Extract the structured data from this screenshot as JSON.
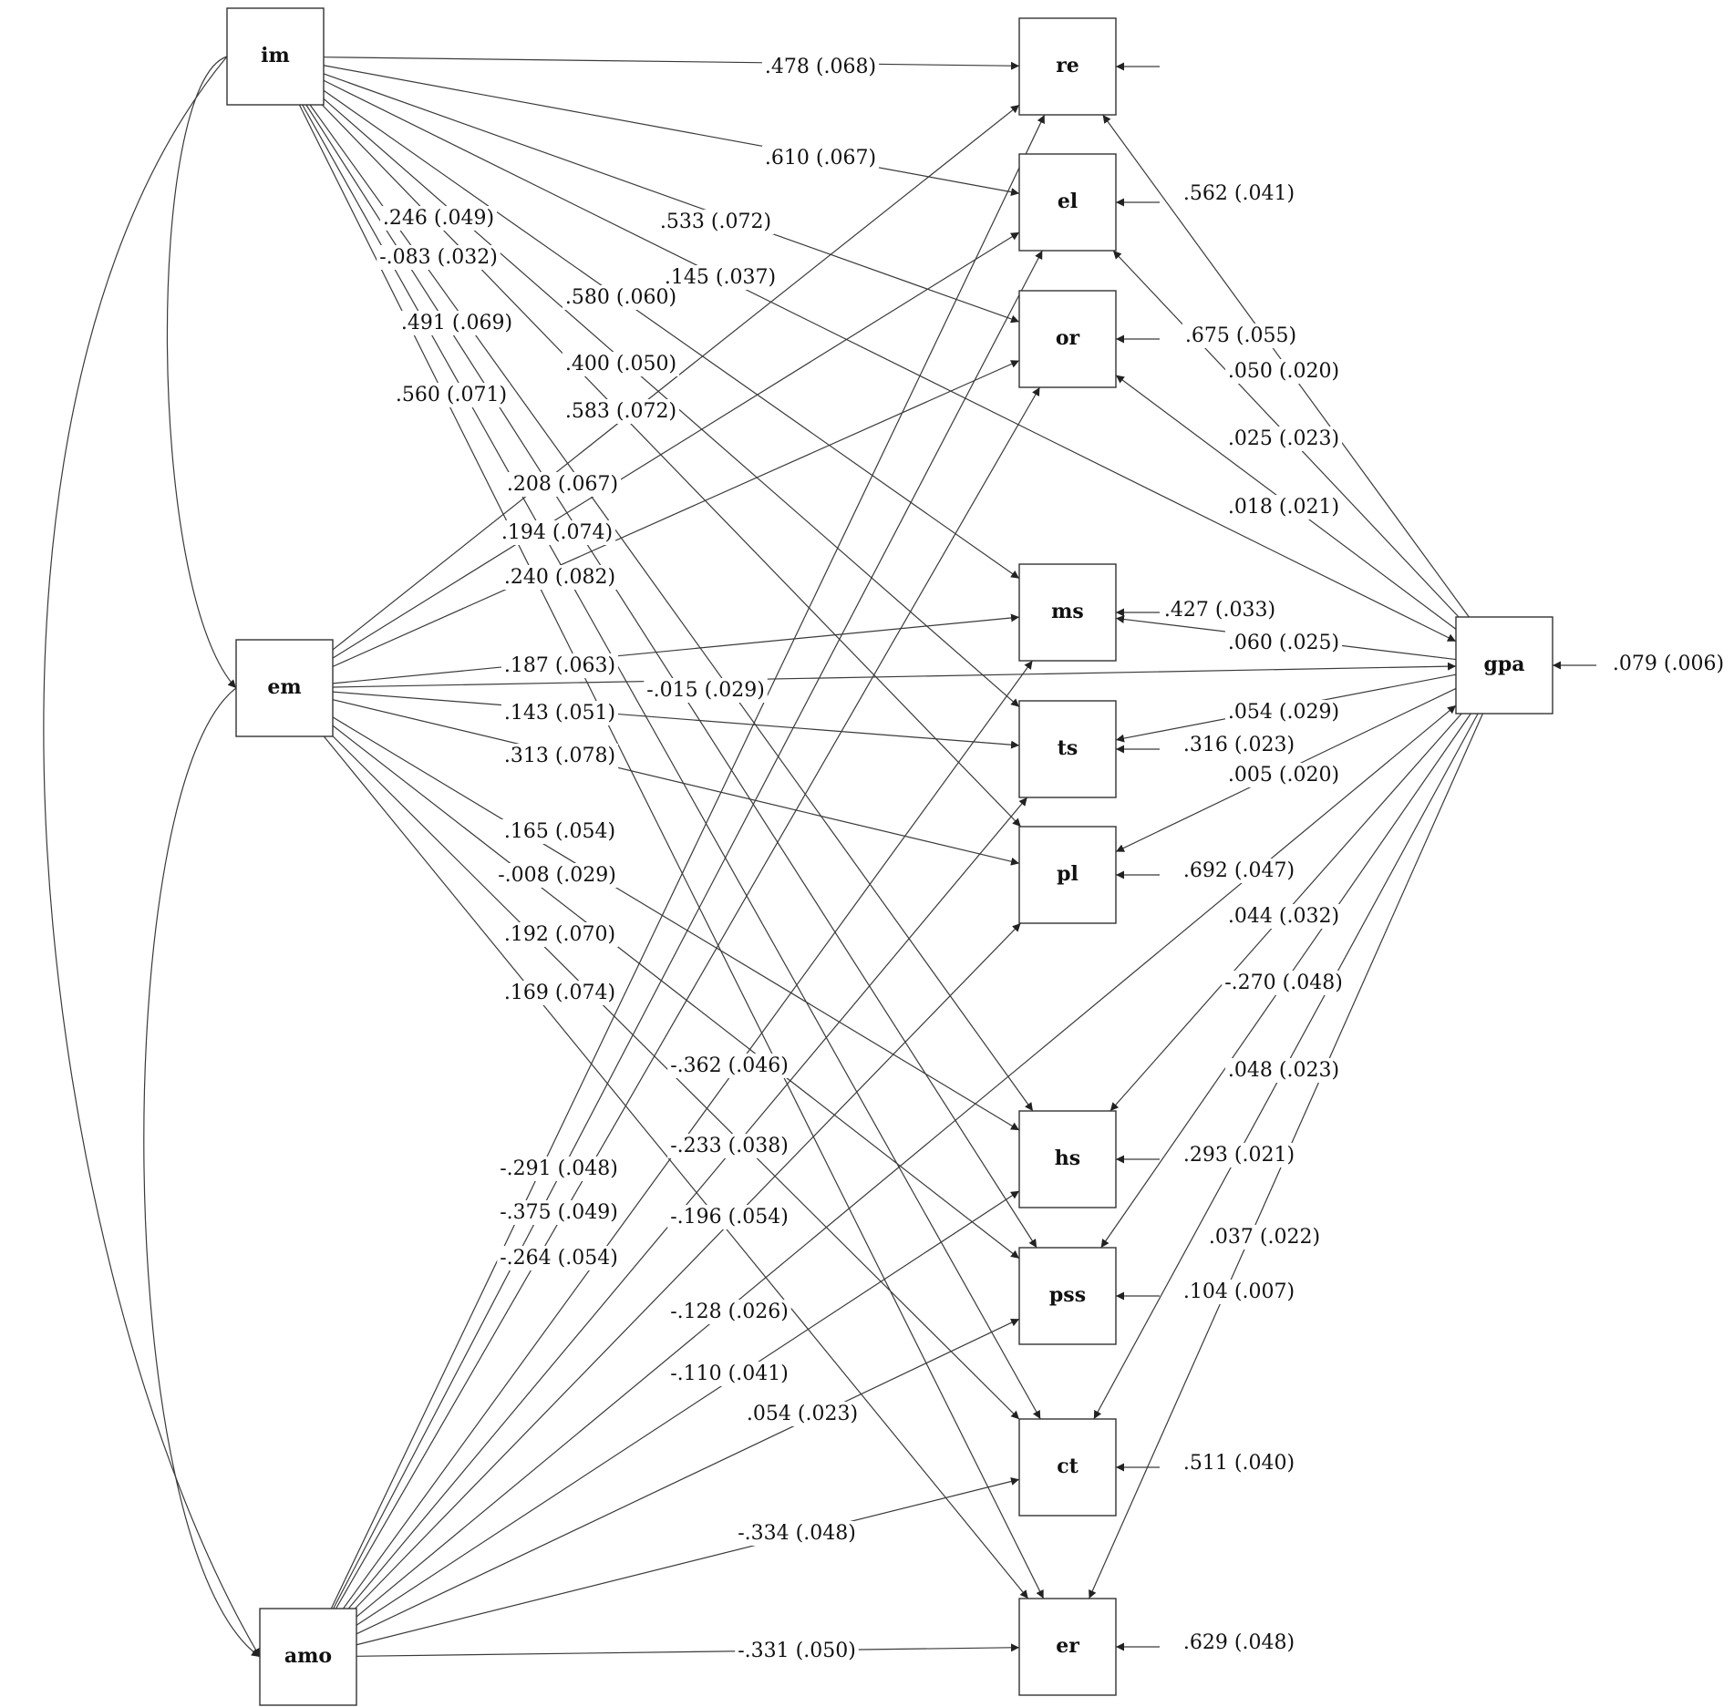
{
  "diagram": {
    "nodes": [
      {
        "id": "im",
        "label": "im"
      },
      {
        "id": "em",
        "label": "em"
      },
      {
        "id": "amo",
        "label": "amo"
      },
      {
        "id": "re",
        "label": "re"
      },
      {
        "id": "el",
        "label": "el"
      },
      {
        "id": "or",
        "label": "or"
      },
      {
        "id": "ms",
        "label": "ms"
      },
      {
        "id": "ts",
        "label": "ts"
      },
      {
        "id": "pl",
        "label": "pl"
      },
      {
        "id": "hs",
        "label": "hs"
      },
      {
        "id": "pss",
        "label": "pss"
      },
      {
        "id": "ct",
        "label": "ct"
      },
      {
        "id": "er",
        "label": "er"
      },
      {
        "id": "gpa",
        "label": "gpa"
      }
    ],
    "paths": [
      {
        "from": "im",
        "to": "re",
        "label": ".478 (.068)"
      },
      {
        "from": "im",
        "to": "el",
        "label": ".610 (.067)"
      },
      {
        "from": "im",
        "to": "or",
        "label": ".533 (.072)"
      },
      {
        "from": "im",
        "to": "gpa",
        "label": ".145 (.037)"
      },
      {
        "from": "im",
        "to": "ms",
        "label": ".580 (.060)"
      },
      {
        "from": "im",
        "to": "ts",
        "label": ".400 (.050)"
      },
      {
        "from": "im",
        "to": "pl",
        "label": ".583 (.072)"
      },
      {
        "from": "im",
        "to": "hs",
        "label": ".246 (.049)"
      },
      {
        "from": "im",
        "to": "pss",
        "label": "-.083 (.032)"
      },
      {
        "from": "im",
        "to": "ct",
        "label": ".491 (.069)"
      },
      {
        "from": "im",
        "to": "er",
        "label": ".560 (.071)"
      },
      {
        "from": "em",
        "to": "re",
        "label": ".208 (.067)"
      },
      {
        "from": "em",
        "to": "el",
        "label": ".194 (.074)"
      },
      {
        "from": "em",
        "to": "or",
        "label": ".240 (.082)"
      },
      {
        "from": "em",
        "to": "ms",
        "label": ".187 (.063)"
      },
      {
        "from": "em",
        "to": "gpa",
        "label": "-.015 (.029)"
      },
      {
        "from": "em",
        "to": "ts",
        "label": ".143 (.051)"
      },
      {
        "from": "em",
        "to": "pl",
        "label": ".313 (.078)"
      },
      {
        "from": "em",
        "to": "er",
        "label": ".165 (.054)"
      },
      {
        "from": "em",
        "to": "hs",
        "label": "-.008 (.029)"
      },
      {
        "from": "em",
        "to": "pss",
        "label": ".192 (.070)"
      },
      {
        "from": "em",
        "to": "ct",
        "label": ".169 (.074)"
      },
      {
        "from": "amo",
        "to": "re",
        "label": "-.291 (.048)"
      },
      {
        "from": "amo",
        "to": "el",
        "label": "-.375 (.049)"
      },
      {
        "from": "amo",
        "to": "or",
        "label": "-.264 (.054)"
      },
      {
        "from": "amo",
        "to": "ms",
        "label": "-.362 (.046)"
      },
      {
        "from": "amo",
        "to": "ts",
        "label": "-.233 (.038)"
      },
      {
        "from": "amo",
        "to": "pl",
        "label": "-.196 (.054)"
      },
      {
        "from": "amo",
        "to": "gpa",
        "label": "-.128 (.026)"
      },
      {
        "from": "amo",
        "to": "hs",
        "label": "-.110 (.041)"
      },
      {
        "from": "amo",
        "to": "pss",
        "label": ".054 (.023)"
      },
      {
        "from": "amo",
        "to": "ct",
        "label": "-.334 (.048)"
      },
      {
        "from": "amo",
        "to": "er",
        "label": "-.331 (.050)"
      },
      {
        "from": "gpa",
        "to": "re",
        "label": ".050 (.020)"
      },
      {
        "from": "gpa",
        "to": "el",
        "label": ".025 (.023)"
      },
      {
        "from": "gpa",
        "to": "or",
        "label": ".018 (.021)"
      },
      {
        "from": "gpa",
        "to": "ms",
        "label": ".060 (.025)"
      },
      {
        "from": "gpa",
        "to": "ts",
        "label": ".054 (.029)"
      },
      {
        "from": "gpa",
        "to": "pl",
        "label": ".005 (.020)"
      },
      {
        "from": "gpa",
        "to": "hs",
        "label": "-.270 (.048)"
      },
      {
        "from": "gpa",
        "to": "pss",
        "label": ".044 (.032)"
      },
      {
        "from": "gpa",
        "to": "ct",
        "label": ".048 (.023)"
      },
      {
        "from": "gpa",
        "to": "er",
        "label": ".037 (.022)"
      }
    ],
    "covariances": [
      {
        "between": [
          "im",
          "em"
        ]
      },
      {
        "between": [
          "im",
          "amo"
        ]
      },
      {
        "between": [
          "em",
          "amo"
        ]
      }
    ],
    "residuals": [
      {
        "node": "re",
        "label": ".562 (.041)"
      },
      {
        "node": "el",
        "label": ".675 (.055)"
      },
      {
        "node": "or",
        "label": ""
      },
      {
        "node": "ms",
        "label": ".427 (.033)"
      },
      {
        "node": "ts",
        "label": ".316 (.023)"
      },
      {
        "node": "pl",
        "label": ".692 (.047)"
      },
      {
        "node": "hs",
        "label": ".293 (.021)"
      },
      {
        "node": "pss",
        "label": ".104 (.007)"
      },
      {
        "node": "ct",
        "label": ".511 (.040)"
      },
      {
        "node": "er",
        "label": ".629 (.048)"
      },
      {
        "node": "gpa",
        "label": ".079 (.006)"
      }
    ]
  },
  "colors": {
    "line": "#3a3a3a",
    "text": "#111111",
    "box_border": "#333333",
    "background": "#ffffff"
  }
}
